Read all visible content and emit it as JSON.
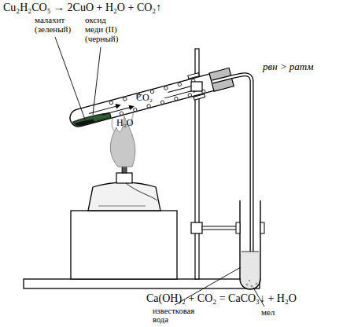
{
  "diagram": {
    "labels": [
      "Cu₂H₂CO₅ → 2CuO + H₂O + CO₂↑",
      "малахит (зеленый)",
      "оксид меди (II) (черный)",
      "CO₂",
      "H₂O",
      "pвн > pатм",
      "Ca(OH)₂ + CO₂ = CaCO₃↓ + H₂O",
      "известковая вода",
      "мел"
    ]
  }
}
